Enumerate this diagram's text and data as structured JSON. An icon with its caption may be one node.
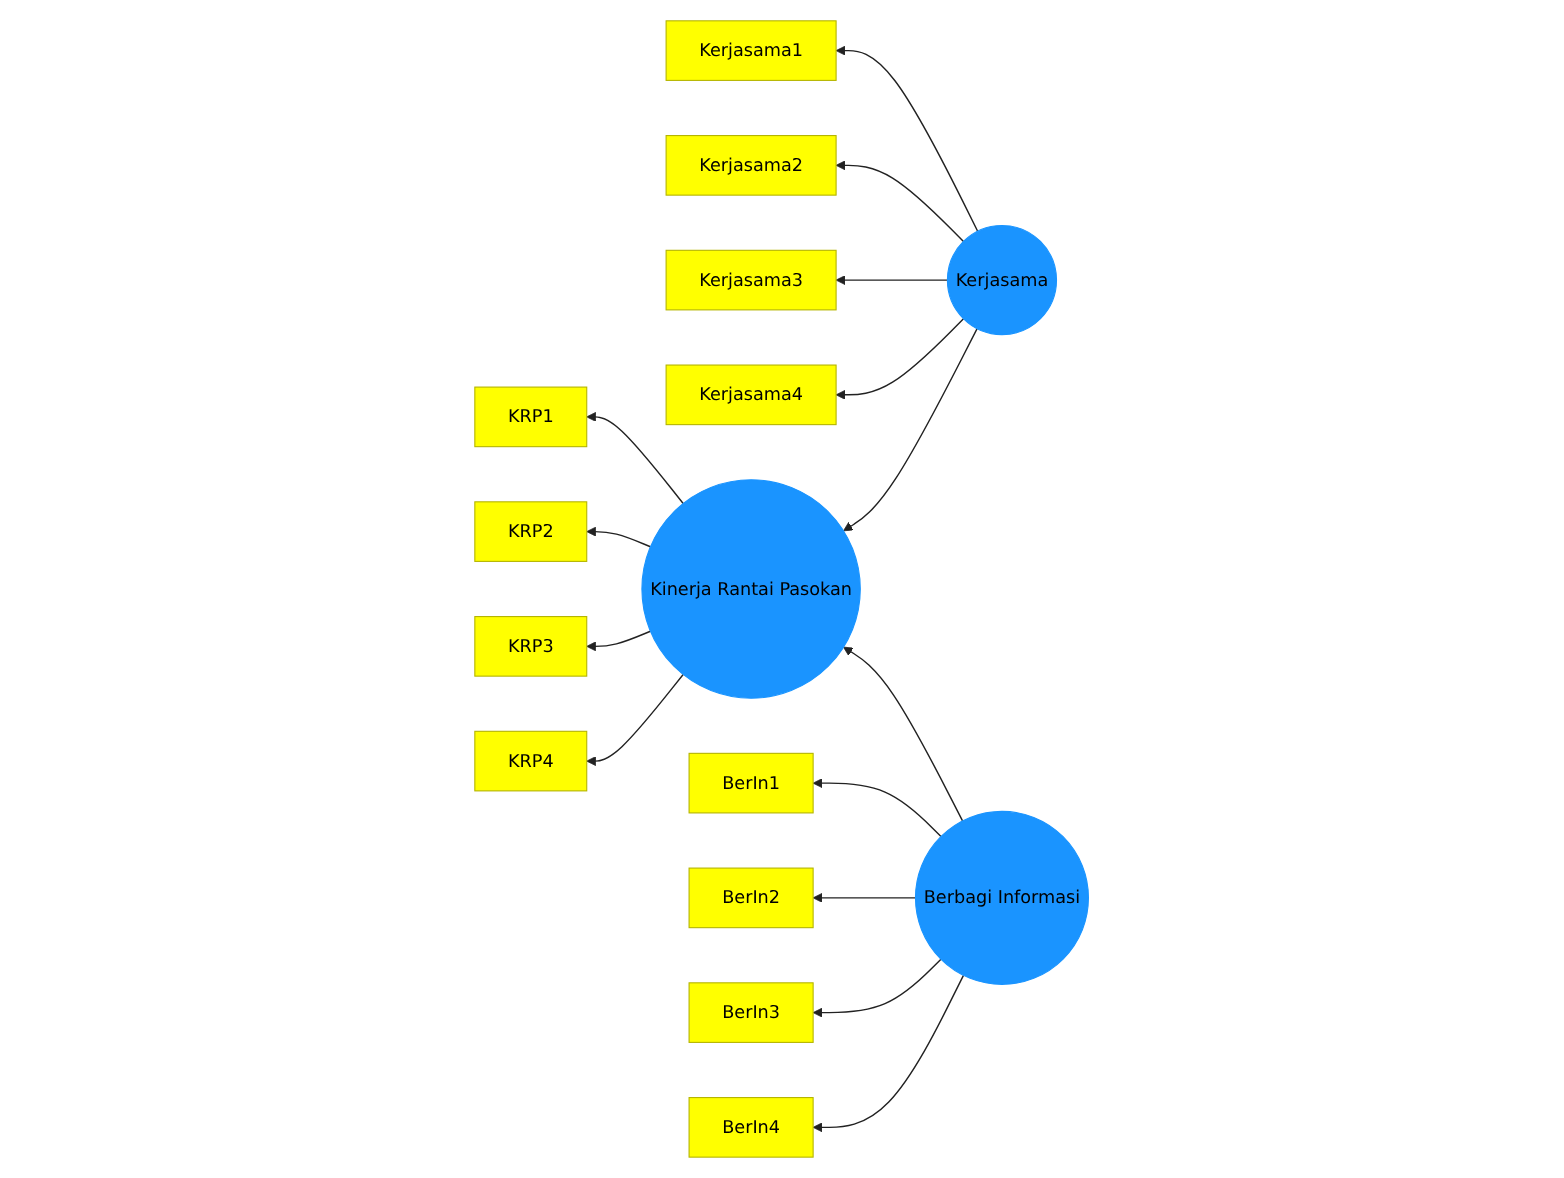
{
  "diagram": {
    "nodes": [
      {
        "text": [
          "Kerjasama1"
        ]
      },
      {
        "text": [
          "Kerjasama2"
        ]
      },
      {
        "text": [
          "Kerjasama3"
        ]
      },
      {
        "text": [
          "Kerjasama4"
        ]
      },
      {
        "text": [
          "Kerjasama"
        ]
      },
      {
        "text": [
          "KRP1"
        ]
      },
      {
        "text": [
          "KRP2"
        ]
      },
      {
        "text": [
          "KRP3"
        ]
      },
      {
        "text": [
          "KRP4"
        ]
      },
      {
        "text": [
          "Kinerja Rantai Pasokan"
        ]
      },
      {
        "text": [
          "BerIn1"
        ]
      },
      {
        "text": [
          "BerIn2"
        ]
      },
      {
        "text": [
          "BerIn3"
        ]
      },
      {
        "text": [
          "BerIn4"
        ]
      },
      {
        "text": [
          "Berbagi Informasi"
        ]
      }
    ],
    "edges": [
      {
        "from": 4,
        "to": 0,
        "arrow": "to"
      },
      {
        "from": 4,
        "to": 1,
        "arrow": "to"
      },
      {
        "from": 4,
        "to": 2,
        "arrow": "to"
      },
      {
        "from": 4,
        "to": 3,
        "arrow": "to"
      },
      {
        "from": 4,
        "to": 9,
        "arrow": "to"
      },
      {
        "from": 14,
        "to": 9,
        "arrow": "to"
      },
      {
        "from": 9,
        "to": 5,
        "arrow": "to"
      },
      {
        "from": 9,
        "to": 6,
        "arrow": "to"
      },
      {
        "from": 9,
        "to": 7,
        "arrow": "to"
      },
      {
        "from": 9,
        "to": 8,
        "arrow": "to"
      },
      {
        "from": 14,
        "to": 10,
        "arrow": "to"
      },
      {
        "from": 14,
        "to": 11,
        "arrow": "to"
      },
      {
        "from": 14,
        "to": 12,
        "arrow": "to"
      },
      {
        "from": 14,
        "to": 13,
        "arrow": "to"
      }
    ]
  }
}
